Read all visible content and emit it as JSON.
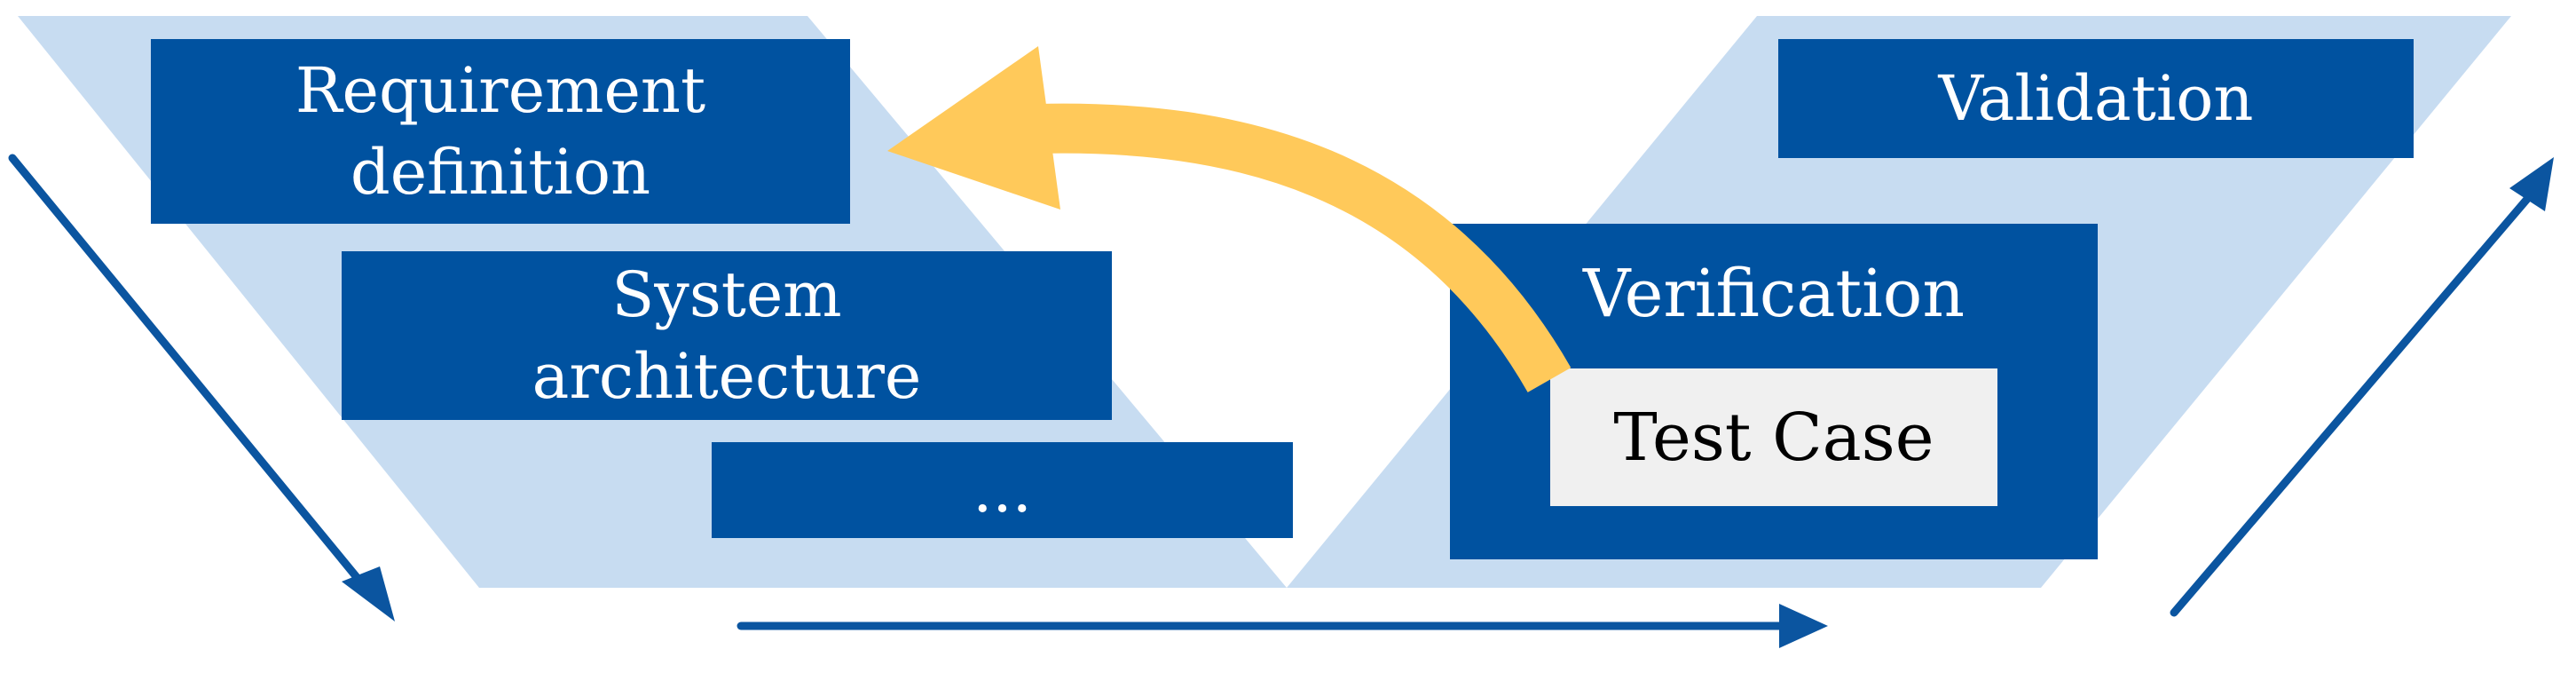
{
  "diagram": {
    "boxes": {
      "requirement": "Requirement\ndefinition",
      "system": "System\narchitecture",
      "ellipsis": "...",
      "validation": "Validation",
      "verification": "Verification",
      "test_case": "Test Case"
    },
    "colors": {
      "box_fill": "#0052a0",
      "arrow": "#0b55a0",
      "band": "#c7dcf1",
      "feedback_arrow": "#ffc95a",
      "test_case_fill": "#f0f0f0"
    },
    "icons": {
      "down_arrow": "arrow-down-right-icon",
      "bottom_arrow": "arrow-right-icon",
      "up_arrow": "arrow-up-right-icon",
      "feedback_arrow": "curved-arrow-left-icon"
    }
  }
}
